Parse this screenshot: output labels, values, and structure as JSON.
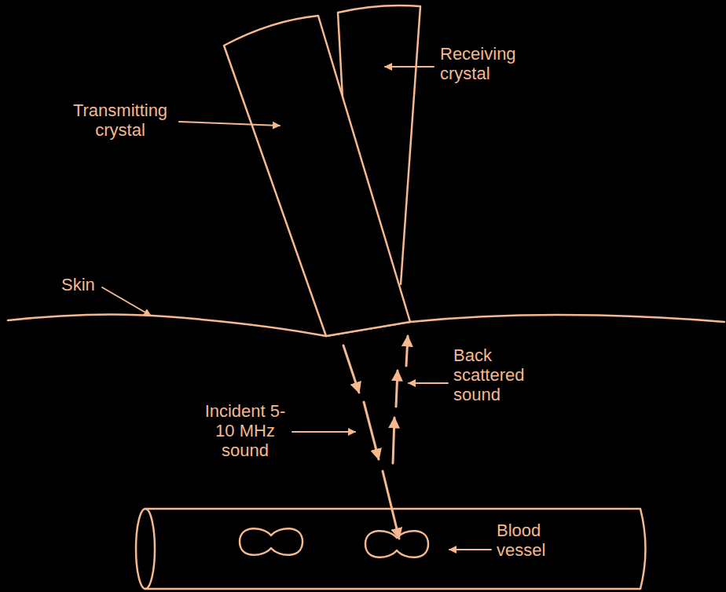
{
  "diagram": {
    "labels": [
      "Receiving crystal",
      "Transmitting crystal",
      "Skin",
      "Back scattered sound",
      "Incident 5-10 MHz sound",
      "Blood vessel"
    ]
  }
}
